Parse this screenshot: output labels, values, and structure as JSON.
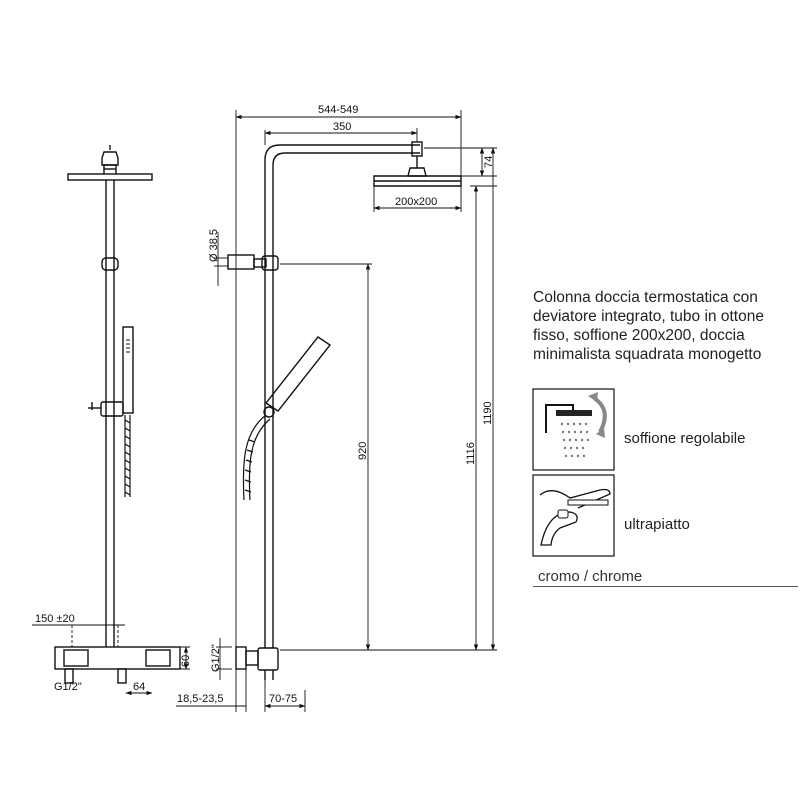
{
  "dimensions": {
    "total_width": "544-549",
    "arm_length": "350",
    "head_drop": "74",
    "head_size": "200x200",
    "bar_diameter": "Ø 38,5",
    "height_920": "920",
    "height_1116": "1116",
    "height_1190": "1190",
    "wall_offset": "150 ±20",
    "mixer_height": "60",
    "inlet_left": "G1/2\"",
    "mixer_depth": "64",
    "inlet_side": "G1/2\"",
    "side_offset_a": "18,5-23,5",
    "side_offset_b": "70-75"
  },
  "description": {
    "lines": [
      "Colonna doccia termostatica con",
      "deviatore integrato, tubo in ottone",
      "fisso, soffione  200x200, doccia",
      "minimalista squadrata monogetto"
    ]
  },
  "features": [
    {
      "icon": "adjustable-head-icon",
      "label": "soffione regolabile"
    },
    {
      "icon": "ultraflat-head-icon",
      "label": "ultrapiatto"
    }
  ],
  "finish": "cromo / chrome"
}
